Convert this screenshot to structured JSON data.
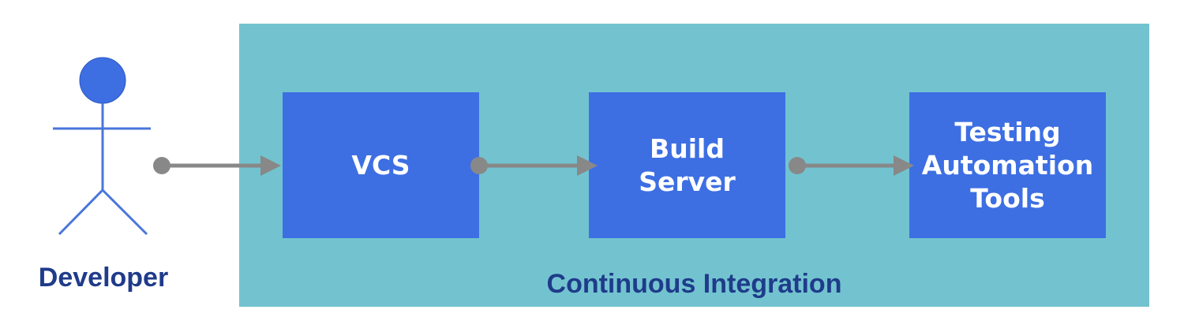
{
  "actor": {
    "label": "Developer"
  },
  "pipeline": {
    "label": "Continuous Integration",
    "stages": [
      {
        "lines": [
          "VCS"
        ]
      },
      {
        "lines": [
          "Build",
          "Server"
        ]
      },
      {
        "lines": [
          "Testing",
          "Automation",
          "Tools"
        ]
      }
    ]
  },
  "colors": {
    "container": "#72c3cf",
    "stage": "#3d6fe3",
    "label": "#1f3b8a",
    "connector": "#888888",
    "actor_head": "#3d6fe3",
    "actor_body": "#4a76db"
  }
}
